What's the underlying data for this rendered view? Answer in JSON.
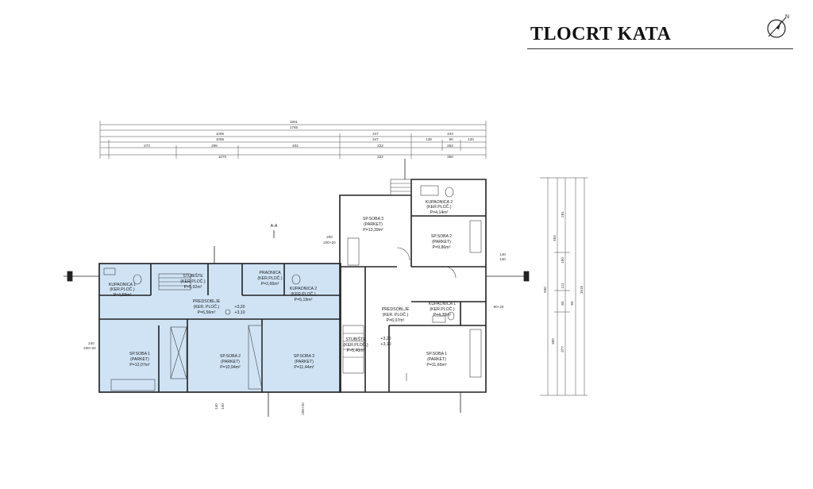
{
  "title": "TLOCRT KATA",
  "north_icon": "compass-north-icon",
  "colors": {
    "highlight": "#cfe3f5",
    "highlight_edge": "#3a78c0",
    "wall": "#222222"
  },
  "dimensions": {
    "top": [
      "1801",
      "1765",
      "1095",
      "347",
      "343",
      "1095",
      "347",
      "138",
      "80",
      "120",
      "273",
      "295",
      "402",
      "322",
      "353",
      "1070",
      "322",
      "350"
    ],
    "right": [
      "454",
      "281",
      "150",
      "940",
      "111",
      "60",
      "60",
      "377",
      "300",
      "1515"
    ],
    "misc": [
      "200",
      "200+20",
      "140",
      "140",
      "80+20",
      "240",
      "200+20",
      "140",
      "140",
      "200+20"
    ]
  },
  "section_marks": [
    "A-A"
  ],
  "rooms_left": {
    "kupaonica1": {
      "name": "KUPAONICA 1",
      "finish": "(KER.PLOČ.)",
      "area": "P=4,59m²"
    },
    "stubiste": {
      "name": "STUBIŠTE",
      "finish": "(KER.PLOČ.)",
      "area": "P=5,92m²"
    },
    "praonica": {
      "name": "PRAONICA",
      "finish": "(KER.PLOČ.)",
      "area": "P=2,66m²"
    },
    "kupaonica2": {
      "name": "KUPAONICA 2",
      "finish": "(KER.PLOČ.)",
      "area": "P=5,19m²"
    },
    "predsoblje": {
      "name": "PREDSOBLJE",
      "finish": "(KER. PLOČ.)",
      "area": "P=6,56m²"
    },
    "soba1": {
      "name": "SP.SOBA 1",
      "finish": "(PARKET)",
      "area": "P=12,07m²"
    },
    "soba2": {
      "name": "SP.SOBA 2",
      "finish": "(PARKET)",
      "area": "P=10,94m²"
    },
    "soba3": {
      "name": "SP.SOBA 3",
      "finish": "(PARKET)",
      "area": "P=11,44m²"
    },
    "level": "+3,20",
    "level2": "+3,10"
  },
  "rooms_right": {
    "soba3": {
      "name": "SP.SOBA 3",
      "finish": "(PARKET)",
      "area": "P=13,39m²"
    },
    "kupaonica2": {
      "name": "KUPAONICA 2",
      "finish": "(KER.PLOČ.)",
      "area": "P=4,14m²"
    },
    "soba2": {
      "name": "SP.SOBA 2",
      "finish": "(PARKET)",
      "area": "P=9,86m²"
    },
    "predsoblje": {
      "name": "PREDSOBLJE",
      "finish": "(KER. PLOČ.)",
      "area": "P=6,07m²"
    },
    "kupaonica1": {
      "name": "KUPAONICA 1",
      "finish": "(KER.PLOČ.)",
      "area": "P=4,39m²"
    },
    "stubiste": {
      "name": "STUBIŠTE",
      "finish": "(KER.PLOČ.)",
      "area": "P=5,40m²"
    },
    "soba1": {
      "name": "SP.SOBA 1",
      "finish": "(PARKET)",
      "area": "P=11,65m²"
    },
    "level": "+3,20",
    "level2": "+3,10"
  }
}
